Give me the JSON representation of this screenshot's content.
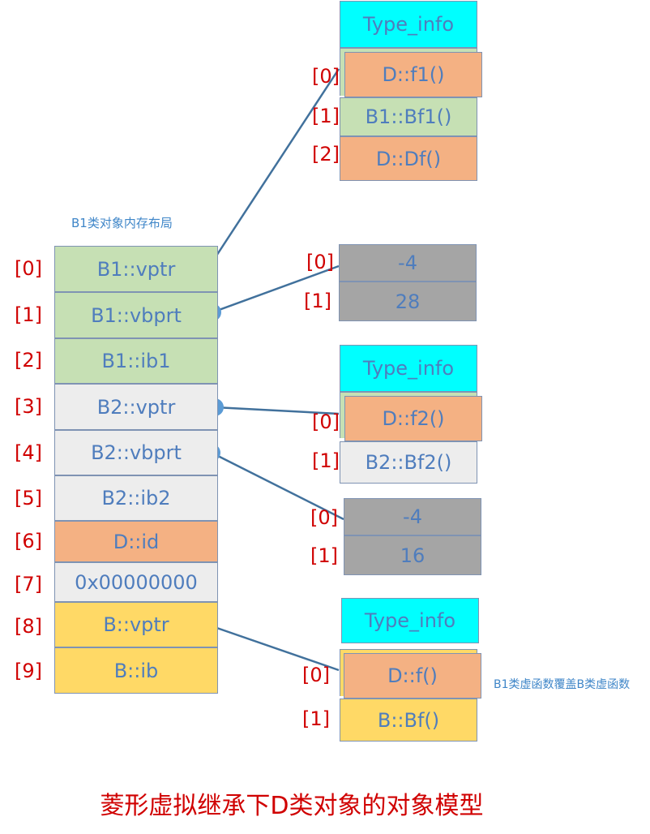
{
  "object_caption": "B1类对象内存布局",
  "object_slots": [
    {
      "index": "[0]",
      "label": "B1::vptr"
    },
    {
      "index": "[1]",
      "label": "B1::vbprt"
    },
    {
      "index": "[2]",
      "label": "B1::ib1"
    },
    {
      "index": "[3]",
      "label": "B2::vptr"
    },
    {
      "index": "[4]",
      "label": "B2::vbprt"
    },
    {
      "index": "[5]",
      "label": "B2::ib2"
    },
    {
      "index": "[6]",
      "label": "D::id"
    },
    {
      "index": "[7]",
      "label": "0x00000000"
    },
    {
      "index": "[8]",
      "label": "B::vptr"
    },
    {
      "index": "[9]",
      "label": "B::ib"
    }
  ],
  "vtable_b1": {
    "type_info": "Type_info",
    "entries": [
      {
        "index": "[0]",
        "label": "D::f1()"
      },
      {
        "index": "[1]",
        "label": "B1::Bf1()"
      },
      {
        "index": "[2]",
        "label": "D::Df()"
      }
    ]
  },
  "vbtable_b1": {
    "entries": [
      {
        "index": "[0]",
        "label": "-4"
      },
      {
        "index": "[1]",
        "label": "28"
      }
    ]
  },
  "vtable_b2": {
    "type_info": "Type_info",
    "entries": [
      {
        "index": "[0]",
        "label": "D::f2()"
      },
      {
        "index": "[1]",
        "label": "B2::Bf2()"
      }
    ]
  },
  "vbtable_b2": {
    "entries": [
      {
        "index": "[0]",
        "label": "-4"
      },
      {
        "index": "[1]",
        "label": "16"
      }
    ]
  },
  "vtable_b": {
    "type_info": "Type_info",
    "entries": [
      {
        "index": "[0]",
        "label": "D::f()"
      },
      {
        "index": "[1]",
        "label": "B::Bf()"
      }
    ],
    "note": "B1类虚函数覆盖B类虚函数"
  },
  "diagram_title": "菱形虚拟继承下D类对象的对象模型",
  "colors": {
    "base_b1": "#c6e0b4",
    "base_b2": "#ededed",
    "derived_d": "#f4b183",
    "base_b": "#ffd966",
    "type_info": "#00ffff",
    "offset_table": "#a5a5a5",
    "pointer": "#5b9bd5",
    "index_text": "#d00000"
  }
}
